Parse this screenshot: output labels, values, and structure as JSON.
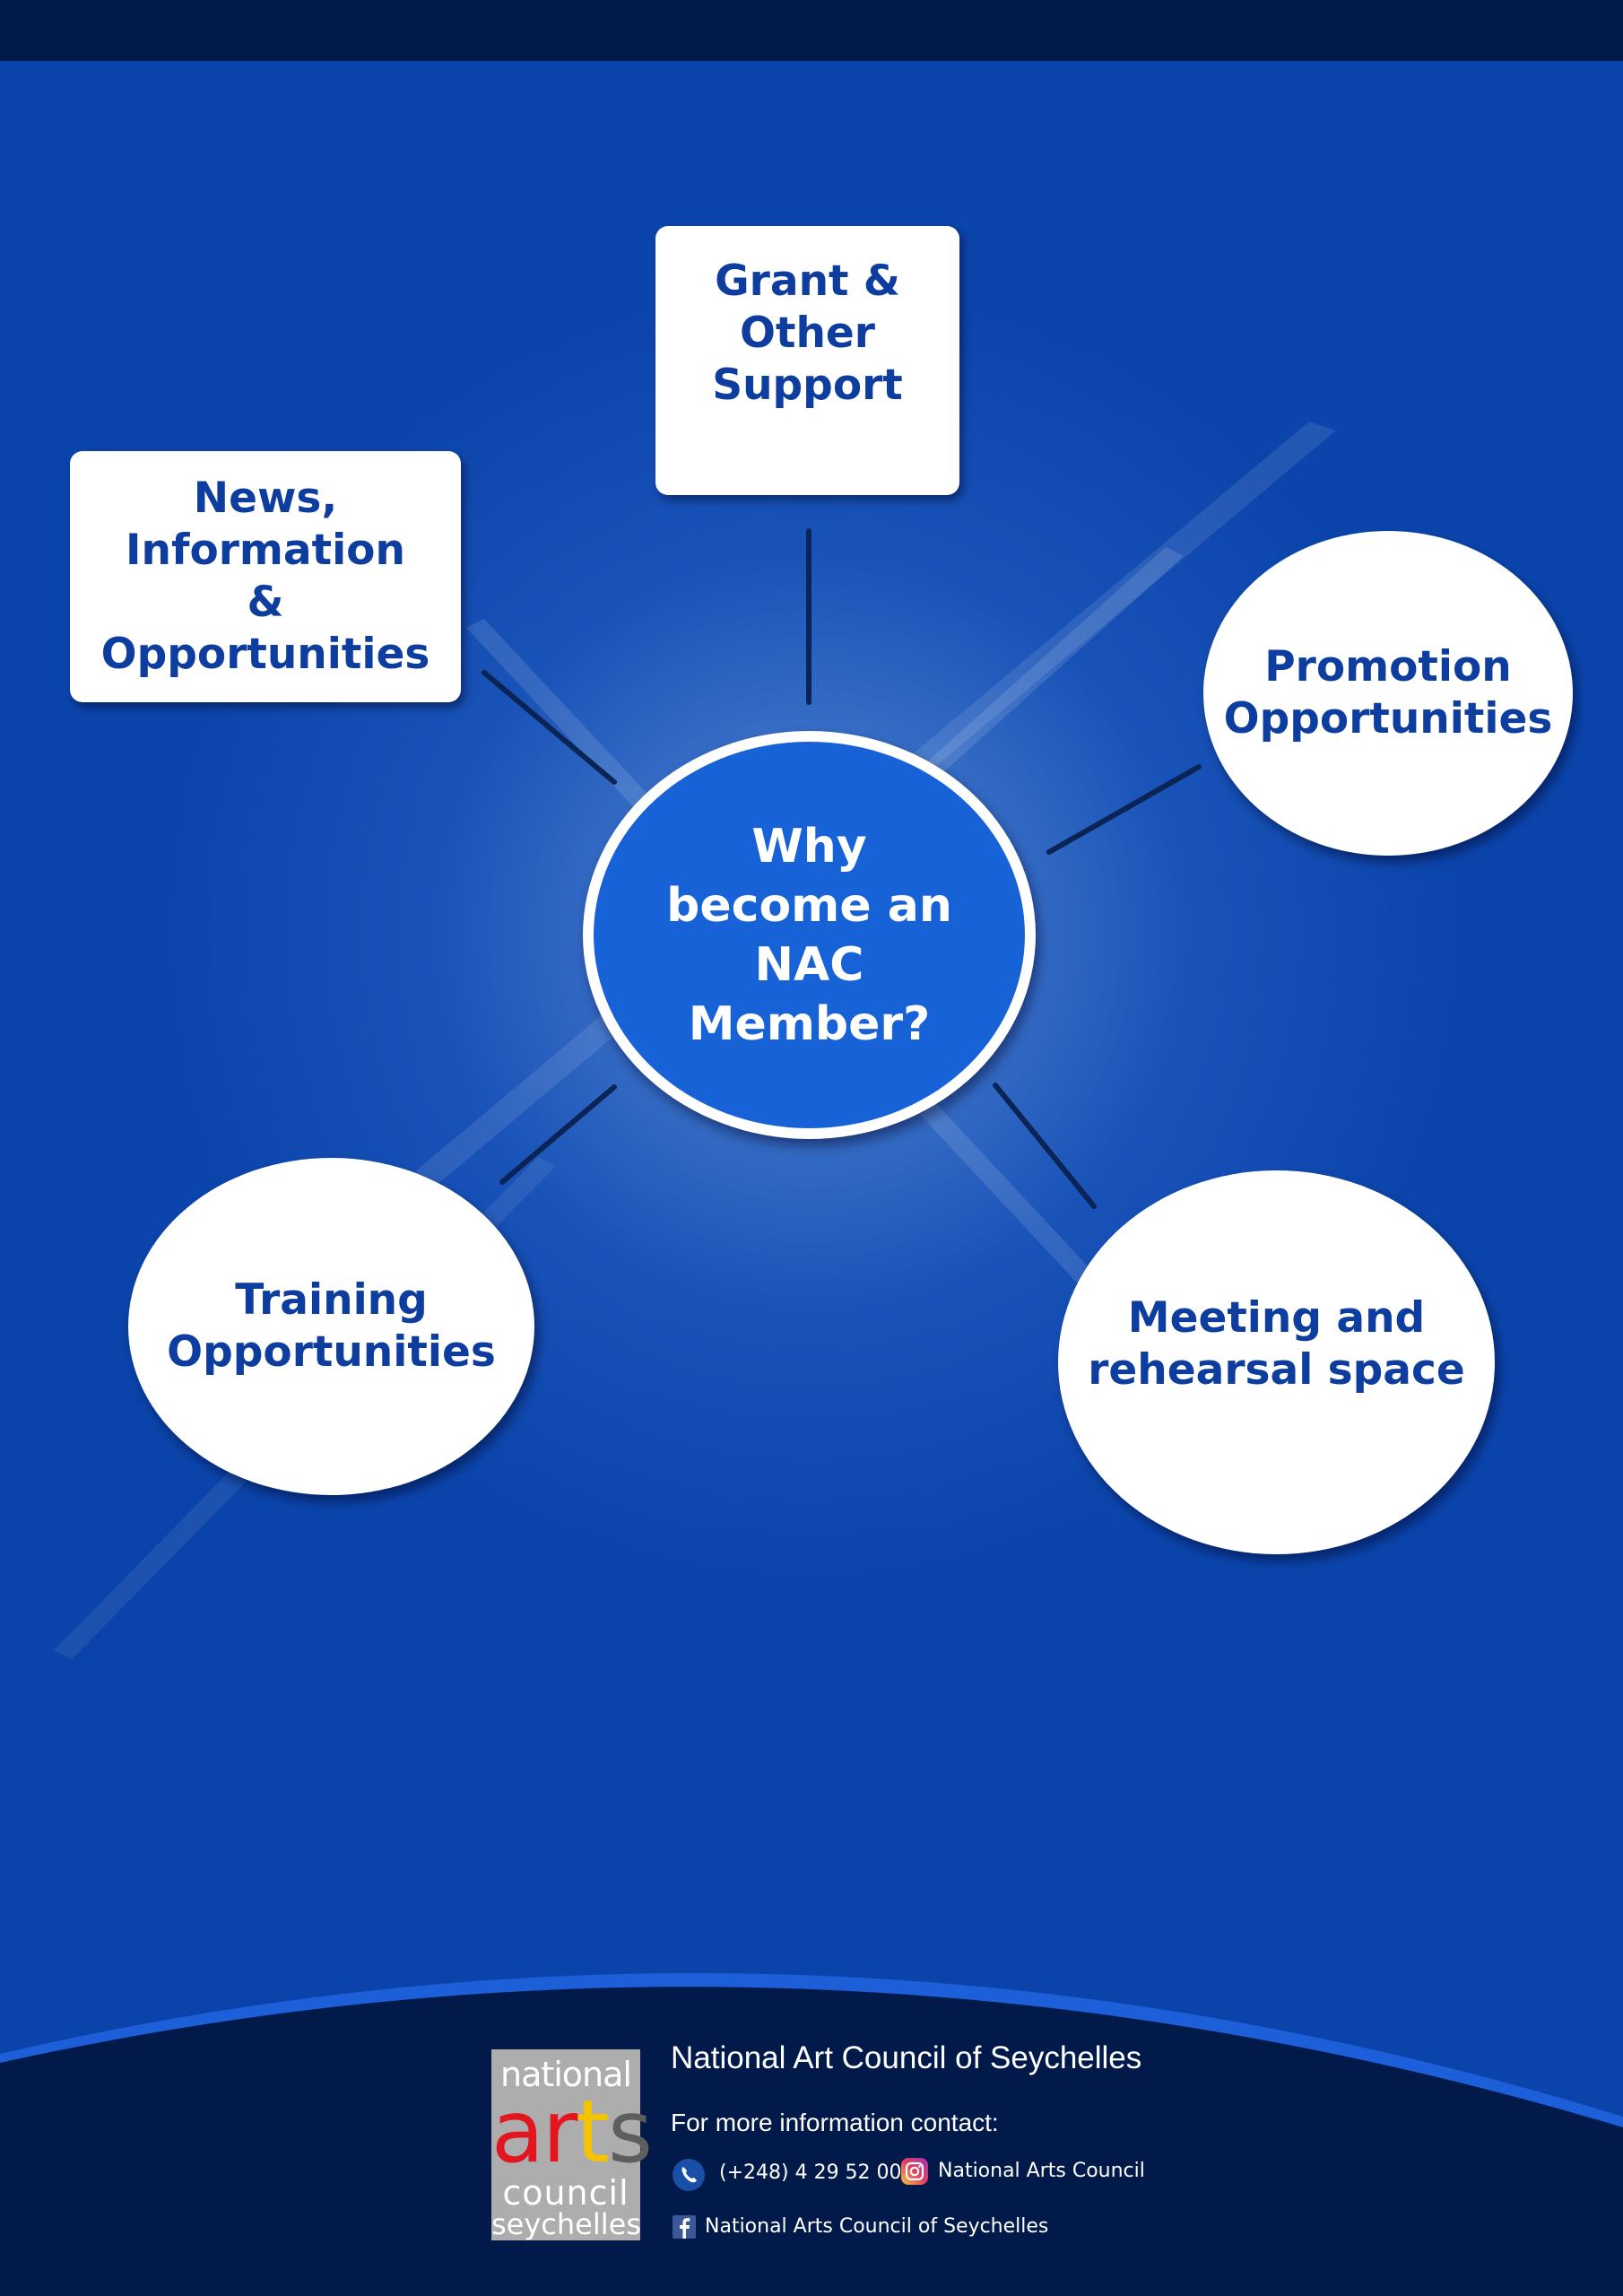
{
  "diagram": {
    "center": {
      "text": "Why\nbecome an\nNAC\nMember?"
    },
    "nodes": {
      "grant": "Grant &\nOther\nSupport",
      "news": "News, Information\n&\nOpportunities",
      "promotion": "Promotion\nOpportunities",
      "training": "Training\nOpportunities",
      "meeting": "Meeting and\nrehearsal space"
    }
  },
  "footer": {
    "logo": {
      "line1": "national",
      "line2a": "a",
      "line2b": "r",
      "line2c": "t",
      "line2d": "s",
      "line3": "council",
      "line4": "seychelles"
    },
    "org_name": "National Art Council of Seychelles",
    "contact_heading": "For more information contact:",
    "phone": "(+248) 4 29 52 00",
    "instagram": "National Arts Council",
    "facebook": "National Arts Council of Seychelles"
  },
  "colors": {
    "background": "#0b47b0",
    "dark_navy": "#021a4a",
    "node_text": "#0d3d9e",
    "center_fill": "#1862d8",
    "logo_red": "#e3151e",
    "logo_yellow": "#f5c400",
    "logo_gray": "#5e5e5e"
  },
  "icons": [
    "phone-icon",
    "instagram-icon",
    "facebook-icon"
  ]
}
